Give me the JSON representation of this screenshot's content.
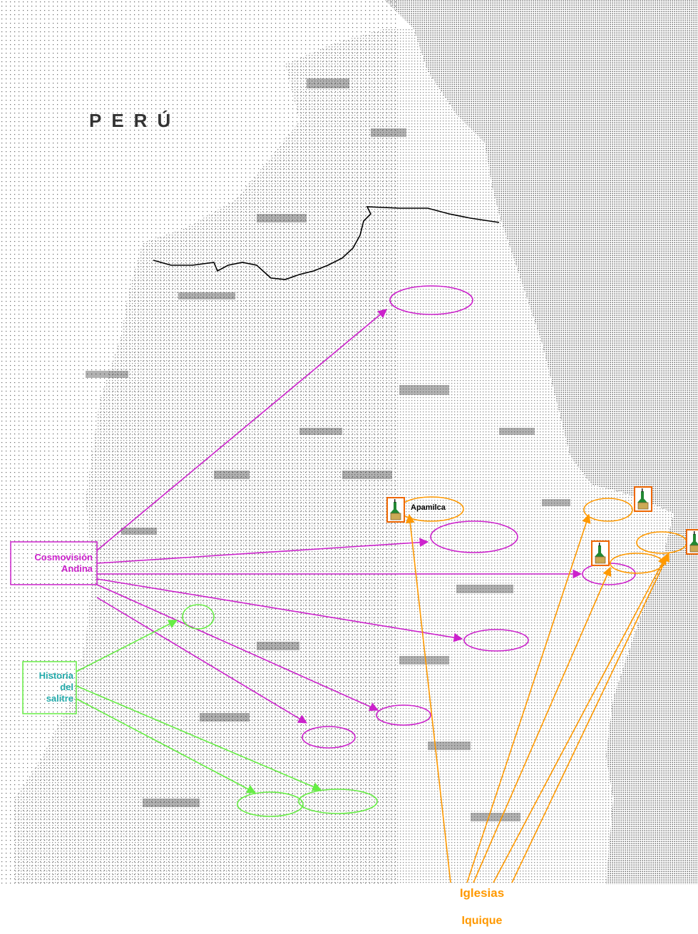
{
  "map": {
    "country_label": "PERÚ",
    "place_label": "Apamilca"
  },
  "legend": {
    "cosmovision": {
      "line1": "Cosmovisión",
      "line2": "Andina",
      "color": "#cc22cc"
    },
    "salitre": {
      "line1": "Historia",
      "line2": "del",
      "line3": "salitre",
      "color": "#66ee44",
      "text_color": "#22aaaa"
    },
    "iglesias": {
      "line1": "Iglesias",
      "line2": "Iquique",
      "color": "#ff9900"
    }
  },
  "colors": {
    "land_dots": "#222222",
    "sea_dots": "#555555",
    "border": "#000000",
    "church_icon_frame": "#ee6600",
    "church_icon_roof": "#228833"
  },
  "icons": [
    "church-icon"
  ]
}
